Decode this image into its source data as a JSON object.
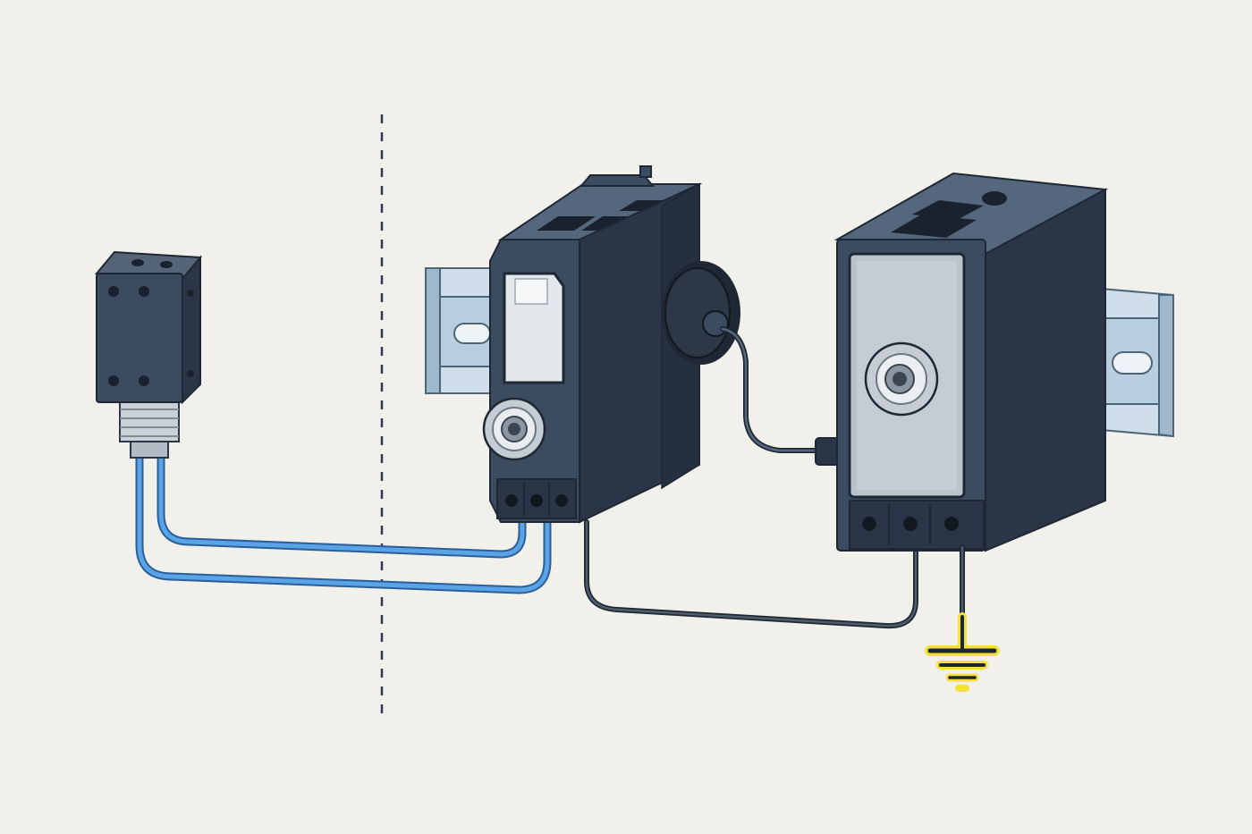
{
  "diagram": {
    "components": [
      {
        "id": "sensor",
        "kind": "threaded-proximity-sensor",
        "icon": "sensor-icon"
      },
      {
        "id": "barrier",
        "kind": "din-rail-isolating-barrier",
        "icon": "barrier-module-icon"
      },
      {
        "id": "amplifier",
        "kind": "din-rail-signal-module",
        "icon": "amplifier-module-icon"
      },
      {
        "id": "ground",
        "kind": "earth-ground",
        "icon": "ground-icon"
      }
    ],
    "connections": [
      {
        "from": "sensor",
        "to": "barrier",
        "cable": "twin-blue-cable"
      },
      {
        "from": "barrier",
        "to": "amplifier",
        "cable": "shielded-cable"
      },
      {
        "from": "barrier",
        "to": "amplifier",
        "cable": "bottom-terminal-wire"
      },
      {
        "from": "amplifier",
        "to": "ground",
        "cable": "ground-wire"
      }
    ],
    "zone_boundary": "dashed-line",
    "colors": {
      "background": "#f1f0ea",
      "module_body": "#3b4b60",
      "module_dark": "#2a3647",
      "din_rail": "#b9cfe0",
      "cable_blue": "#4a90d9",
      "cable_dark": "#2f3a48",
      "ground_highlight": "#f5e03a",
      "faceplate": "#b8c3cc"
    }
  }
}
